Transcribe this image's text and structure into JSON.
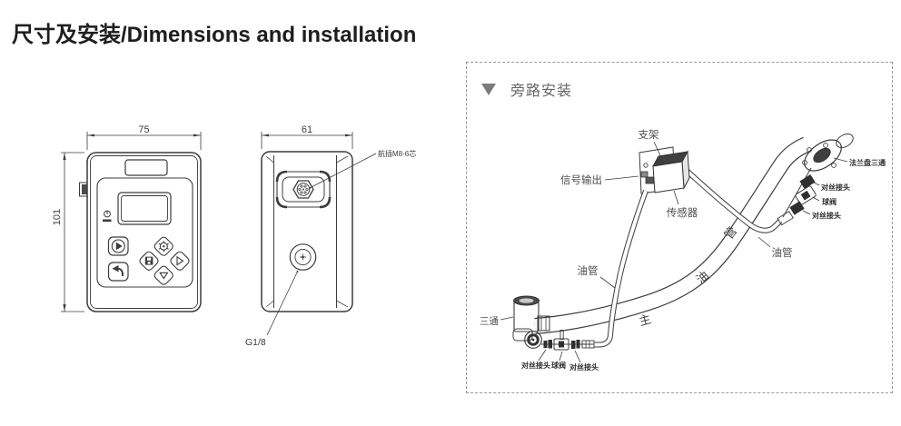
{
  "page": {
    "title": "尺寸及安装/Dimensions and installation"
  },
  "front_view": {
    "width_dim": "75",
    "height_dim": "101"
  },
  "side_view": {
    "width_dim": "61",
    "connector_label": "航插M8-6芯",
    "port_label": "G1/8"
  },
  "bypass": {
    "section_title": "旁路安装",
    "bracket": "支架",
    "signal_output": "信号输出",
    "sensor": "传感器",
    "oil_pipe_left": "油管",
    "oil_pipe_right": "油管",
    "tee": "三通",
    "fitting_bottom_left": "对丝接头",
    "ball_valve_bottom": "球阀",
    "fitting_bottom_right": "对丝接头",
    "flange_tee": "法兰盘三通",
    "fitting_top_1": "对丝接头",
    "ball_valve_top": "球阀",
    "fitting_top_2": "对丝接头",
    "main_pipe_char1": "主",
    "main_pipe_char2": "油",
    "main_pipe_char3": "管"
  },
  "colors": {
    "line": "#3c3c3c",
    "panel_text": "#666666",
    "dash_border": "#9a9a9a"
  }
}
